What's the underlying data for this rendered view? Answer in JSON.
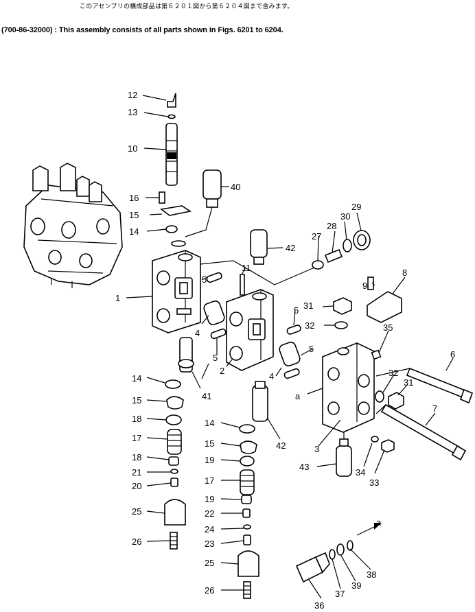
{
  "header": {
    "japanese_note": "このアセンブリの構成部品は第６２０１図から第６２０４図まで含みます。",
    "english_note": "(700-86-32000) : This assembly consists of all parts shown in Figs. 6201 to 6204."
  },
  "callouts": {
    "p1": "1",
    "p2": "2",
    "p3": "3",
    "p4a": "4",
    "p4b": "4",
    "p5a": "5",
    "p5b": "5",
    "p5c": "5",
    "p5d": "5",
    "p6": "6",
    "p7": "7",
    "p8": "8",
    "p9": "9",
    "p10": "10",
    "p11": "11",
    "p12": "12",
    "p13": "13",
    "p14a": "14",
    "p14b": "14",
    "p14c": "14",
    "p15a": "15",
    "p15b": "15",
    "p15c": "15",
    "p16": "16",
    "p17a": "17",
    "p17b": "17",
    "p18a": "18",
    "p18b": "18",
    "p19a": "19",
    "p19b": "19",
    "p20": "20",
    "p21": "21",
    "p22": "22",
    "p23": "23",
    "p24": "24",
    "p25a": "25",
    "p25b": "25",
    "p26a": "26",
    "p26b": "26",
    "p27": "27",
    "p28": "28",
    "p29": "29",
    "p30": "30",
    "p31a": "31",
    "p31b": "31",
    "p32a": "32",
    "p32b": "32",
    "p33": "33",
    "p34": "34",
    "p35": "35",
    "p36": "36",
    "p37": "37",
    "p38": "38",
    "p39": "39",
    "p40": "40",
    "p41": "41",
    "p42a": "42",
    "p42b": "42",
    "p43": "43",
    "refA1": "a",
    "refA2": "a"
  }
}
